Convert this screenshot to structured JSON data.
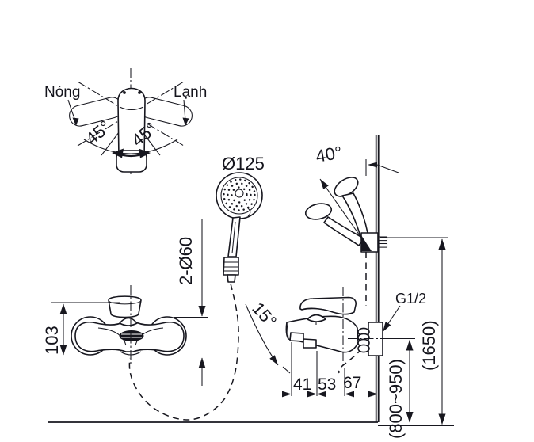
{
  "drawing": {
    "title": "bath-shower-mixer-installation-diagram",
    "labels": {
      "hot": "Nóng",
      "cold": "Lạnh",
      "handle_angle_left": "45°",
      "handle_angle_right": "45°",
      "shower_head_diameter": "Ø125",
      "flange_diameter": "2-Ø60",
      "body_height": "103",
      "holder_angle": "40°",
      "spout_angle": "15°",
      "thread_size": "G1/2",
      "holder_height": "(1650)",
      "mixer_height_range": "(800~950)",
      "dim_spout_tip": "41",
      "dim_spout_mid": "53",
      "dim_body_wall": "67"
    },
    "colors": {
      "line": "#17171f",
      "background": "#ffffff"
    }
  }
}
